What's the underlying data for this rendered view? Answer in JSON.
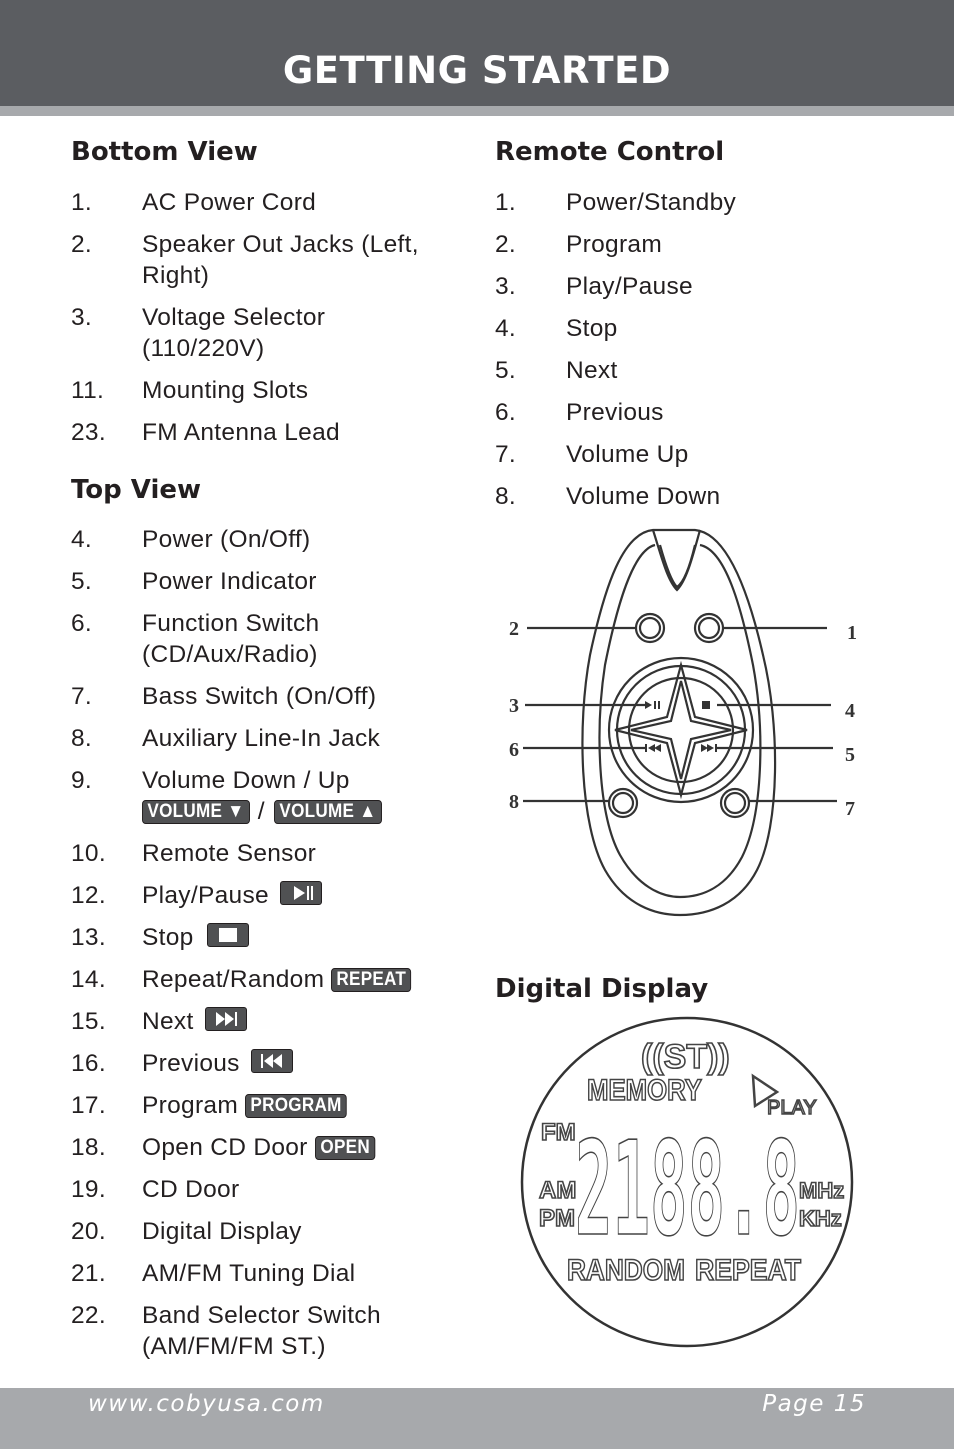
{
  "header": {
    "title": "GETTING STARTED"
  },
  "bottom_view": {
    "title": "Bottom View",
    "items": [
      {
        "num": "1.",
        "label": "AC Power Cord"
      },
      {
        "num": "2.",
        "label": "Speaker Out Jacks (Left, Right)"
      },
      {
        "num": "3.",
        "label": "Voltage Selector (110/220V)"
      },
      {
        "num": "11.",
        "label": "Mounting Slots"
      },
      {
        "num": "23.",
        "label": "FM Antenna Lead"
      }
    ]
  },
  "top_view": {
    "title": "Top View",
    "items": [
      {
        "num": "4.",
        "label": "Power (On/Off)"
      },
      {
        "num": "5.",
        "label": "Power Indicator"
      },
      {
        "num": "6.",
        "label": "Function Switch (CD/Aux/Radio)"
      },
      {
        "num": "7.",
        "label": "Bass Switch (On/Off)"
      },
      {
        "num": "8.",
        "label": "Auxiliary Line-In Jack"
      },
      {
        "num": "9.",
        "label": "Volume Down / Up",
        "badge_down": "VOLUME ▼",
        "separator": "/",
        "badge_up": "VOLUME ▲"
      },
      {
        "num": "10.",
        "label": "Remote Sensor"
      },
      {
        "num": "12.",
        "label": "Play/Pause",
        "icon": "play-pause-icon"
      },
      {
        "num": "13.",
        "label": "Stop",
        "icon": "stop-icon"
      },
      {
        "num": "14.",
        "label": "Repeat/Random",
        "badge": "REPEAT"
      },
      {
        "num": "15.",
        "label": "Next",
        "icon": "next-track-icon"
      },
      {
        "num": "16.",
        "label": "Previous",
        "icon": "previous-track-icon"
      },
      {
        "num": "17.",
        "label": "Program",
        "badge": "PROGRAM"
      },
      {
        "num": "18.",
        "label": "Open CD Door",
        "badge": "OPEN"
      },
      {
        "num": "19.",
        "label": "CD Door"
      },
      {
        "num": "20.",
        "label": "Digital Display"
      },
      {
        "num": "21.",
        "label": "AM/FM Tuning Dial"
      },
      {
        "num": "22.",
        "label": "Band Selector Switch (AM/FM/FM ST.)"
      }
    ]
  },
  "remote_control": {
    "title": "Remote Control",
    "items": [
      {
        "num": "1.",
        "label": "Power/Standby"
      },
      {
        "num": "2.",
        "label": "Program"
      },
      {
        "num": "3.",
        "label": "Play/Pause"
      },
      {
        "num": "4.",
        "label": "Stop"
      },
      {
        "num": "5.",
        "label": "Next"
      },
      {
        "num": "6.",
        "label": "Previous"
      },
      {
        "num": "7.",
        "label": "Volume Up"
      },
      {
        "num": "8.",
        "label": "Volume Down"
      }
    ],
    "callouts": {
      "c1": "1",
      "c2": "2",
      "c3": "3",
      "c4": "4",
      "c5": "5",
      "c6": "6",
      "c7": "7",
      "c8": "8"
    }
  },
  "digital_display": {
    "title": "Digital Display",
    "lcd": {
      "stereo": "((ST))",
      "memory": "MEMORY",
      "play": "PLAY",
      "fm": "FM",
      "am": "AM",
      "pm": "PM",
      "digits": "2188.8",
      "mhz": "MHz",
      "khz": "KHz",
      "random": "RANDOM",
      "repeat": "REPEAT"
    }
  },
  "footer": {
    "url": "www.cobyusa.com",
    "page": "Page 15"
  },
  "colors": {
    "header_bg": "#5b5d61",
    "rule": "#a7a9ac",
    "badge_bg": "#505153"
  }
}
